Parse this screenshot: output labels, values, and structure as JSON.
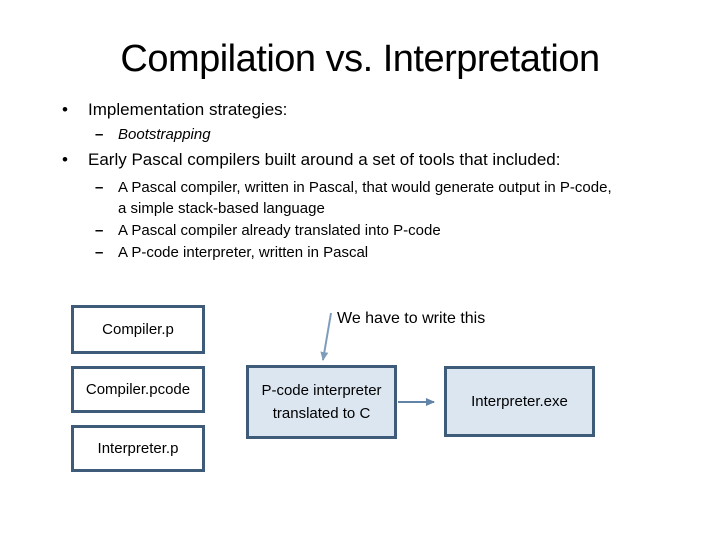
{
  "slide": {
    "title": "Compilation vs. Interpretation",
    "bullet_char": "•",
    "dash_char": "–",
    "bullets": [
      {
        "level": 1,
        "style": "normal",
        "text": "Implementation strategies:"
      },
      {
        "level": 2,
        "style": "italic",
        "text": "Bootstrapping"
      },
      {
        "level": 1,
        "style": "normal",
        "text": "Early Pascal compilers built around a set of tools that included:"
      },
      {
        "level": 2,
        "style": "normal",
        "text": "A Pascal compiler, written in Pascal, that would generate output in P-code, a simple stack-based language"
      },
      {
        "level": 2,
        "style": "normal",
        "text": "A Pascal compiler already translated into P-code"
      },
      {
        "level": 2,
        "style": "normal",
        "text": "A P-code interpreter, written in Pascal"
      }
    ]
  },
  "diagram": {
    "boxes": [
      {
        "id": "compiler-p",
        "label": "Compiler.p",
        "filled": false
      },
      {
        "id": "compiler-pcode",
        "label": "Compiler.pcode",
        "filled": false
      },
      {
        "id": "interpreter-p",
        "label": "Interpreter.p",
        "filled": false
      },
      {
        "id": "pcode-interpreter-c",
        "label": "P-code interpreter translated to C",
        "filled": true
      },
      {
        "id": "interpreter-exe",
        "label": "Interpreter.exe",
        "filled": true
      }
    ],
    "callout": "We have to write this"
  },
  "colors": {
    "background": "#ffffff",
    "text": "#000000",
    "box_border": "#3e5c7a",
    "box_fill_light": "#dce6f1",
    "box_fill_white": "#ffffff",
    "connector": "#6284a8",
    "callout_line": "#7f9dbb"
  }
}
